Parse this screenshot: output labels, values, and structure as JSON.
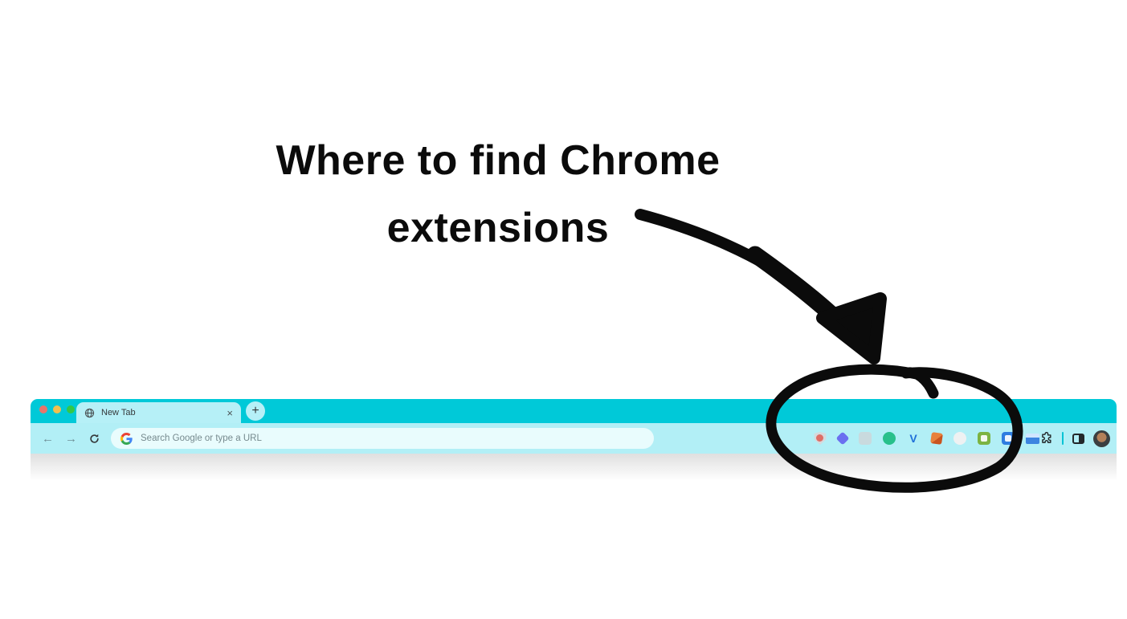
{
  "annotation": {
    "title_line1": "Where to find Chrome",
    "title_line2": "extensions",
    "ink_color": "#0b0b0b"
  },
  "browser": {
    "colors": {
      "frame": "#00c9d8",
      "toolbar": "#b2eff6",
      "tab": "#b6f0f7",
      "omnibox": "#e9fcfd"
    },
    "traffic_lights": [
      {
        "name": "close-traffic-light",
        "color": "#e9756b"
      },
      {
        "name": "minimize-traffic-light",
        "color": "#f2c04e"
      },
      {
        "name": "maximize-traffic-light",
        "color": "#33c848"
      }
    ],
    "tab": {
      "title": "New Tab",
      "close_glyph": "×"
    },
    "new_tab_button_glyph": "+",
    "nav": {
      "back_glyph": "←",
      "forward_glyph": "→"
    },
    "address_bar": {
      "placeholder": "Search Google or type a URL"
    },
    "extensions": {
      "items": [
        {
          "name": "shield-extension-icon",
          "shape": "shield",
          "color": "#d6d9dc",
          "accent": "#e05348"
        },
        {
          "name": "purple-diamond-extension-icon",
          "shape": "diamond",
          "color": "#6b6ff0"
        },
        {
          "name": "gray-document-extension-icon",
          "shape": "square",
          "color": "#ccd6d9"
        },
        {
          "name": "green-circle-extension-icon",
          "shape": "circle",
          "color": "#27c08b"
        },
        {
          "name": "blue-v-extension-icon",
          "shape": "letter",
          "glyph": "V",
          "color": "#1f6fd8"
        },
        {
          "name": "orange-fox-extension-icon",
          "shape": "fox",
          "color": "#e8813c"
        },
        {
          "name": "white-circle-extension-icon",
          "shape": "circle",
          "color": "#eef1f2"
        },
        {
          "name": "green-square-extension-icon",
          "shape": "rounded",
          "color": "#7cb342",
          "detail": "white-mark"
        },
        {
          "name": "blue-book-extension-icon",
          "shape": "rounded",
          "color": "#2e7de0",
          "detail": "white-mark"
        },
        {
          "name": "blue-folder-extension-icon",
          "shape": "folder",
          "color": "#3d85e0"
        }
      ]
    }
  }
}
